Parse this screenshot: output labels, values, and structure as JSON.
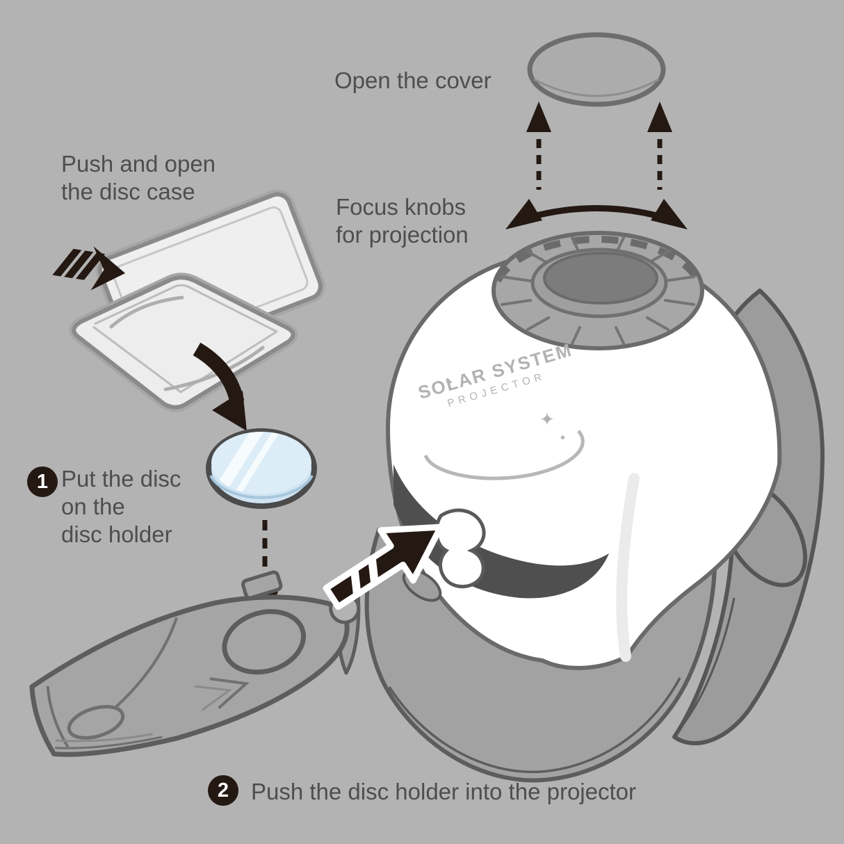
{
  "title": "Solar System Projector instruction diagram",
  "colors": {
    "background": "#b3b3b3",
    "text": "#4e4e4e",
    "arrow_black": "#241813",
    "body_white": "#ffffff",
    "part_gray": "#a5a5a5",
    "outline_gray": "#5d5d5d",
    "disc_blue": "#dcedf8",
    "logo_gray": "#b2b2b2"
  },
  "labels": {
    "open_cover": "Open the cover",
    "focus_knobs": {
      "line1": "Focus knobs",
      "line2": "for projection"
    },
    "push_open": {
      "line1": "Push and open",
      "line2": "the disc case"
    },
    "step1": {
      "number": "1",
      "line1": "Put the disc",
      "line2": "on the",
      "line3": "disc holder"
    },
    "step2": {
      "number": "2",
      "text": "Push the disc holder into the projector"
    },
    "logo": {
      "line1": "SOLAR SYSTEM",
      "line2": "PROJECTOR"
    }
  },
  "icons": {
    "star": "✦"
  }
}
